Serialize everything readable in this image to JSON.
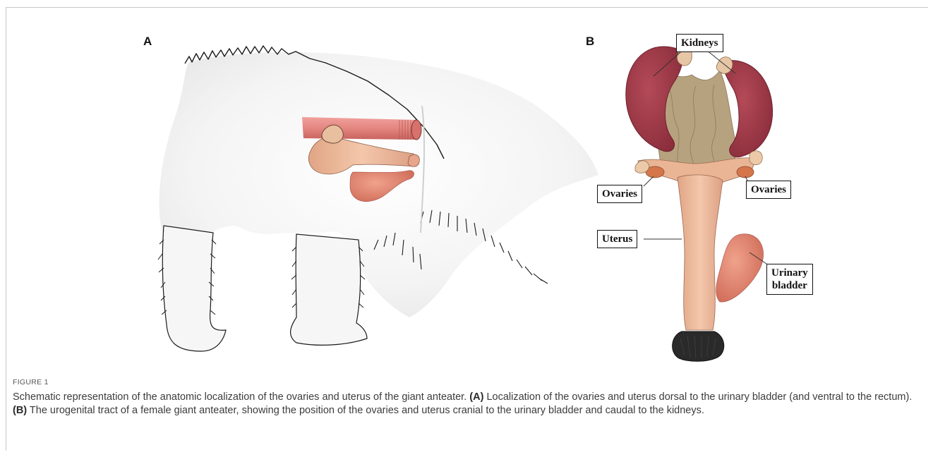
{
  "panels": {
    "a_label": "A",
    "b_label": "B"
  },
  "labels": {
    "kidneys": "Kidneys",
    "ovaries_left": "Ovaries",
    "ovaries_right": "Ovaries",
    "uterus": "Uterus",
    "urinary_bladder_line1": "Urinary",
    "urinary_bladder_line2": "bladder"
  },
  "caption": {
    "figure_label": "FIGURE 1",
    "intro": "Schematic representation of the anatomic localization of the ovaries and uterus of the giant anteater.",
    "a_tag": "(A)",
    "a_text": "Localization of the ovaries and uterus dorsal to the urinary bladder (and ventral to the rectum).",
    "b_tag": "(B)",
    "b_text": "The urogenital tract of a female giant anteater, showing the position of the ovaries and uterus cranial to the urinary bladder and caudal to the kidneys."
  },
  "colors": {
    "fur_outline": "#1a1a1a",
    "rectum": "#e68a86",
    "uterus": "#eab597",
    "bladder": "#e0836f",
    "kidney": "#a43a48",
    "ureter_tissue": "#b8a07c",
    "ovary": "#d77a4c"
  }
}
